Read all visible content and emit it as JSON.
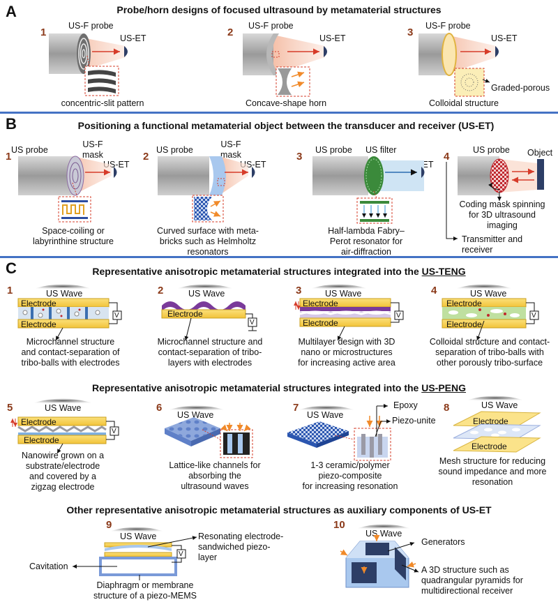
{
  "sectionA": {
    "letter": "A",
    "title": "Probe/horn designs of focused ultrasound by metamaterial structures",
    "items": [
      {
        "num": "1",
        "probe": "US-F probe",
        "target": "US-ET",
        "caption": "concentric-slit pattern"
      },
      {
        "num": "2",
        "probe": "US-F probe",
        "target": "US-ET",
        "caption": "Concave-shape horn"
      },
      {
        "num": "3",
        "probe": "US-F probe",
        "target": "US-ET",
        "caption": "Colloidal structure",
        "extra": "Graded-porous"
      }
    ]
  },
  "sectionB": {
    "letter": "B",
    "title": "Positioning a functional metamaterial object between the transducer and receiver (US-ET)",
    "items": [
      {
        "num": "1",
        "probe": "US probe",
        "mask": "US-F\nmask",
        "target": "US-ET",
        "caption": "Space-coiling or\nlabyrinthine structure"
      },
      {
        "num": "2",
        "probe": "US probe",
        "mask": "US-F\nmask",
        "target": "US-ET",
        "caption": "Curved surface with meta-\nbricks such as Helmholtz\nresonators"
      },
      {
        "num": "3",
        "probe": "US probe",
        "mask": "US filter",
        "target": "US-ET",
        "caption": "Half-lambda Fabry–\nPerot resonator for\nair-diffraction"
      },
      {
        "num": "4",
        "probe": "US probe",
        "target": "Object",
        "caption": "Coding mask spinning\nfor 3D ultrasound\nimaging",
        "extra": "Transmitter and\nreceiver"
      }
    ]
  },
  "sectionC": {
    "letter": "C",
    "teng_title_pre": "Representative anisotropic metamaterial structures integrated into the ",
    "teng_title_u": "US-TENG",
    "peng_title_pre": "Representative anisotropic metamaterial structures integrated into the ",
    "peng_title_u": "US-PENG",
    "aux_title": "Other representative anisotropic metamaterial structures as auxiliary components of US-ET",
    "wave": "US Wave",
    "electrode": "Electrode",
    "v": "V",
    "teng": [
      {
        "num": "1",
        "caption": "Microchannel structure\nand contact-separation of\ntribo-balls with electrodes"
      },
      {
        "num": "2",
        "caption": "Microchannel structure and\ncontact-separation of tribo-\nlayers with electrodes"
      },
      {
        "num": "3",
        "caption": "Multilayer design with 3D\nnano or microstructures\nfor increasing active area"
      },
      {
        "num": "4",
        "caption": "Colloidal structure and contact-\nseparation of tribo-balls with\nother porously tribo-surface"
      }
    ],
    "peng": [
      {
        "num": "5",
        "caption": "Nanowire grown on a\nsubstrate/electrode\nand covered by a\nzigzag electrode"
      },
      {
        "num": "6",
        "caption": "Lattice-like channels for\nabsorbing the\nultrasound waves"
      },
      {
        "num": "7",
        "caption": "1-3 ceramic/polymer\npiezo-composite\nfor increasing resonation",
        "epoxy": "Epoxy",
        "piezo": "Piezo-unite"
      },
      {
        "num": "8",
        "caption": "Mesh structure for reducing\nsound impedance and more\nresonation"
      }
    ],
    "aux": [
      {
        "num": "9",
        "label_a": "Resonating electrode-\nsandwiched piezo-\nlayer",
        "label_b": "Cavitation",
        "caption": "Diaphragm or membrane\nstructure of a piezo-MEMS"
      },
      {
        "num": "10",
        "label_a": "Generators",
        "caption": "A 3D structure such as\nquadrangular pyramids for\nmultidirectional receiver"
      }
    ]
  },
  "colors": {
    "divider": "#4472c4",
    "number": "#8b3a1a",
    "electrode": "#f5c842",
    "beam": "#f2c2a8",
    "arrow": "#d63c2a",
    "probe": "#a8a8a8"
  }
}
